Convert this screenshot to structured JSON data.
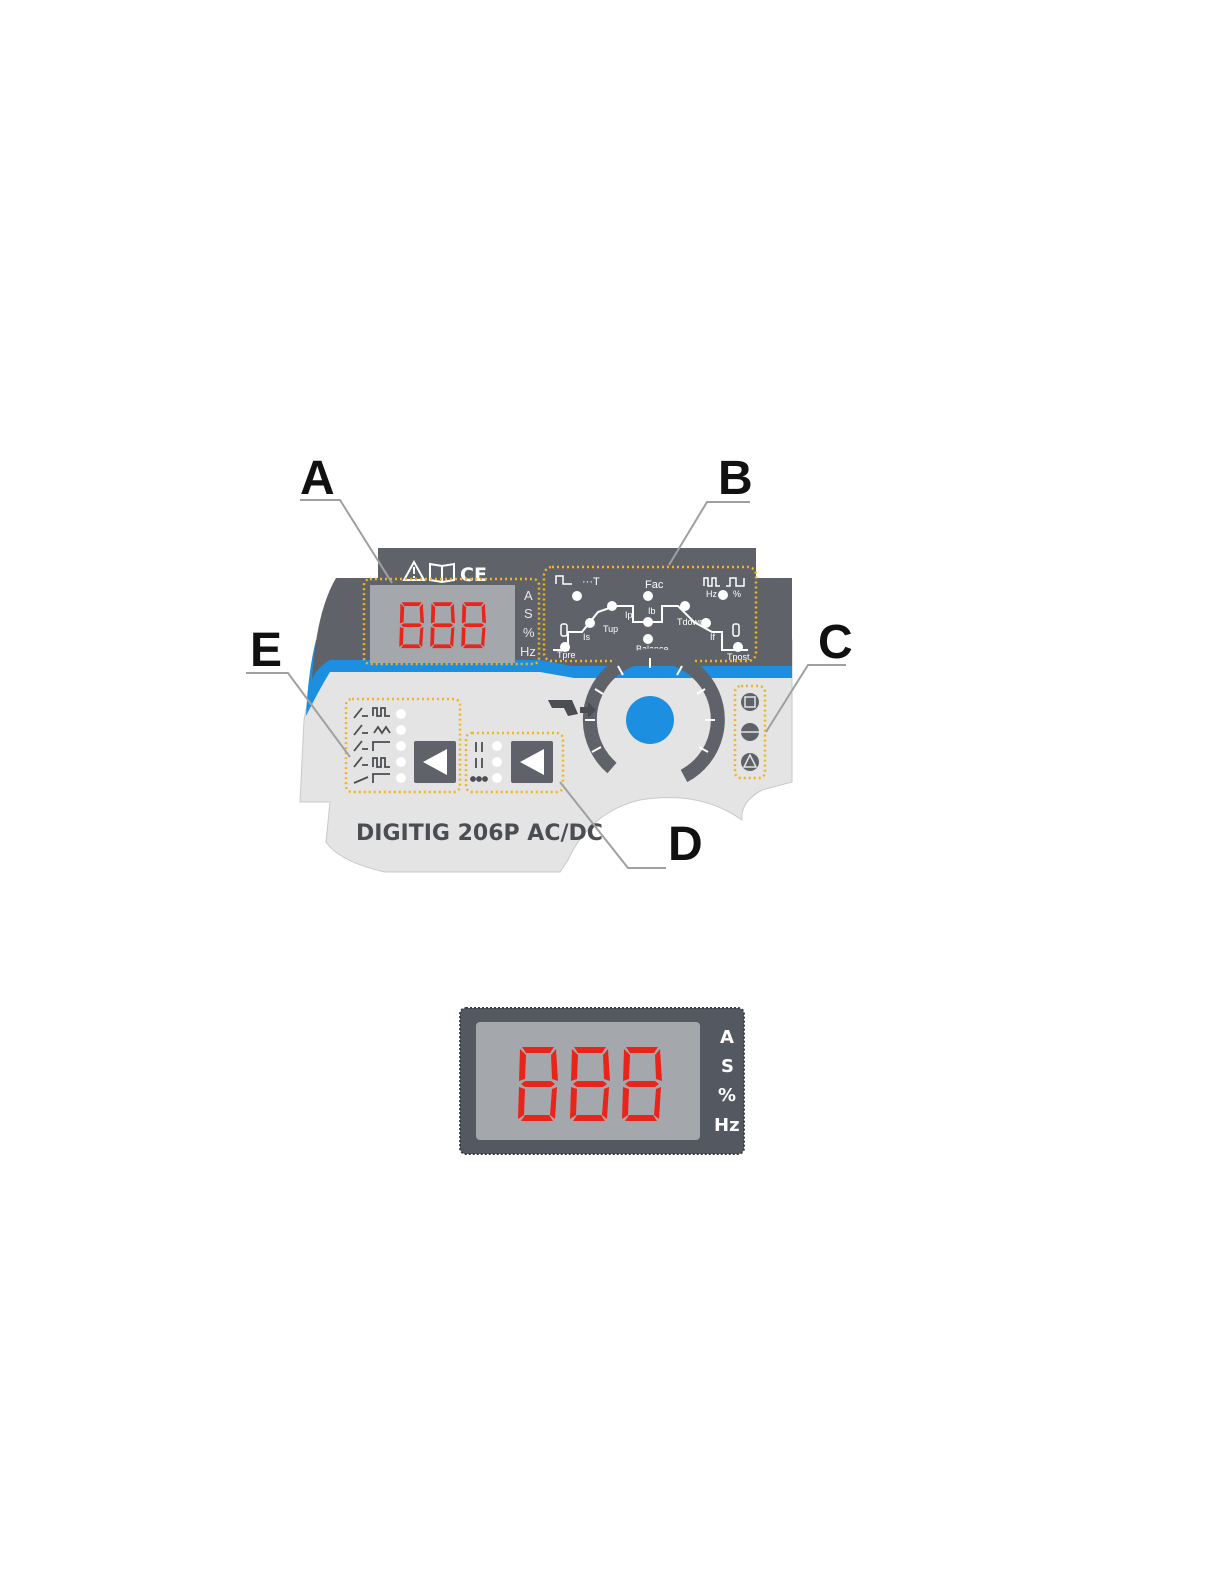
{
  "callouts": {
    "a": "A",
    "b": "B",
    "c": "C",
    "d": "D",
    "e": "E"
  },
  "panel": {
    "model_name": "DIGITIG 206P AC/DC",
    "ce_mark": "CE",
    "display_value": "888",
    "units": [
      "A",
      "S",
      "%",
      "Hz"
    ],
    "param_labels": {
      "dots_t": "···T",
      "fac": "Fac",
      "ip": "Ip",
      "ib": "Ib",
      "is": "Is",
      "if": "If",
      "tup": "Tup",
      "tdown": "Tdown",
      "tpre": "Tpre",
      "tpost": "Tpost",
      "balance": "Balance",
      "hz": "Hz",
      "percent": "%"
    }
  },
  "detail": {
    "display_value": "888",
    "units": [
      "A",
      "S",
      "%",
      "Hz"
    ]
  },
  "colors": {
    "panel_dark": "#5f6369",
    "panel_light": "#e4e4e4",
    "accent_blue": "#1c8fe0",
    "segment_red": "#e8241b",
    "highlight_dots": "#f0b41c"
  },
  "icons": [
    "warning-icon",
    "manual-book-icon",
    "arrow-left-icon",
    "torch-trigger-icon",
    "overheat-icon",
    "alarm-icon",
    "power-icon"
  ]
}
